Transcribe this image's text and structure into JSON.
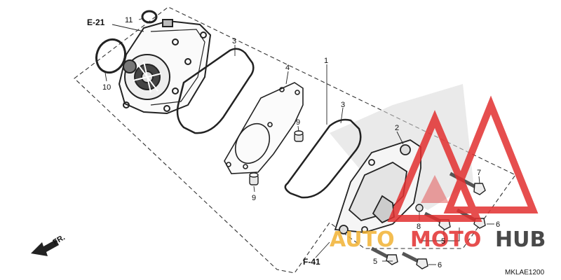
{
  "diagram": {
    "refs": {
      "e21": "E-21",
      "f41": "F-41"
    },
    "callouts": {
      "c1": "1",
      "c2": "2",
      "c3a": "3",
      "c3b": "3",
      "c4": "4",
      "c5a": "5",
      "c5b": "5",
      "c6a": "6",
      "c6b": "6",
      "c7": "7",
      "c8": "8",
      "c9a": "9",
      "c9b": "9",
      "c10": "10",
      "c11": "11"
    },
    "front_arrow": "FR.",
    "diagram_code": "MKLAE1200"
  },
  "watermark": {
    "word_a": "AUTO",
    "word_b": "MOTO",
    "word_c": "HUB",
    "colors": {
      "red": "#e23030",
      "dark": "#2a2a2a",
      "gold": "#f2b233"
    }
  }
}
